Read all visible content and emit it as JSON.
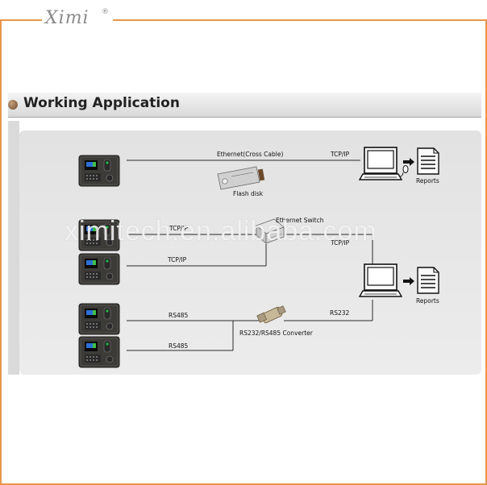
{
  "brand": {
    "name": "Ximi",
    "reg_mark": "®"
  },
  "section": {
    "title": "Working Application"
  },
  "watermark": "ximitech.en.alibaba.com",
  "labels": {
    "ethernet_cross": "Ethernet(Cross Cable)",
    "tcpip_top": "TCP/IP",
    "flash_disk": "Flash disk",
    "reports_1": "Reports",
    "ethernet_switch": "Ethernet Switch",
    "tcpip_device1": "TCP/IP",
    "tcpip_device2": "TCP/IP",
    "tcpip_switch_pc": "TCP/IP",
    "reports_2": "Reports",
    "rs485_1": "RS485",
    "rs485_2": "RS485",
    "rs232": "RS232",
    "converter": "RS232/RS485 Converter"
  },
  "colors": {
    "frame": "#e8964a",
    "device_body": "#3d3b38",
    "line": "#2b2b2b"
  }
}
